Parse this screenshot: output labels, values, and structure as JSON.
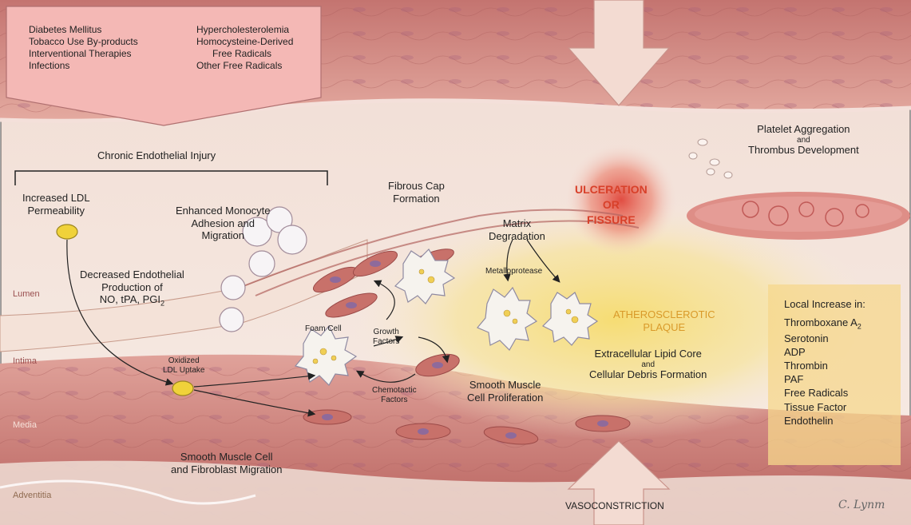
{
  "risk_factors": {
    "col1": [
      "Diabetes Mellitus",
      "Tobacco Use By-products",
      "Interventional Therapies",
      "Infections"
    ],
    "col2": [
      "Hypercholesterolemia",
      "Homocysteine-Derived",
      "Free Radicals",
      "Other Free Radicals"
    ]
  },
  "labels": {
    "chronic_injury": "Chronic Endothelial Injury",
    "ldl_permeability_1": "Increased LDL",
    "ldl_permeability_2": "Permeability",
    "monocyte_1": "Enhanced Monocyte",
    "monocyte_2": "Adhesion and",
    "monocyte_3": "Migration",
    "fibrous_cap_1": "Fibrous Cap",
    "fibrous_cap_2": "Formation",
    "ulceration_1": "ULCERATION",
    "ulceration_2": "OR",
    "ulceration_3": "FISSURE",
    "platelet_1": "Platelet Aggregation",
    "platelet_2": "and",
    "platelet_3": "Thrombus Development",
    "matrix_1": "Matrix",
    "matrix_2": "Degradation",
    "metalloprotease": "Metalloprotease",
    "endothelial_prod_1": "Decreased Endothelial",
    "endothelial_prod_2": "Production of",
    "endothelial_prod_3a": "NO, tPA, PGI",
    "endothelial_prod_3sub": "2",
    "foam_cell": "Foam Cell",
    "growth_factors_1": "Growth",
    "growth_factors_2": "Factors",
    "chemotactic_1": "Chemotactic",
    "chemotactic_2": "Factors",
    "oxidized_1": "Oxidized",
    "oxidized_2": "LDL Uptake",
    "plaque_1": "ATHEROSCLEROTIC",
    "plaque_2": "PLAQUE",
    "lipid_core_1": "Extracellular Lipid Core",
    "lipid_core_2": "and",
    "lipid_core_3": "Cellular Debris Formation",
    "smc_prolif_1": "Smooth Muscle",
    "smc_prolif_2": "Cell Proliferation",
    "smc_migration_1": "Smooth Muscle Cell",
    "smc_migration_2": "and Fibroblast Migration",
    "vasoconstriction": "VASOCONSTRICTION",
    "signature": "C. Lynm"
  },
  "layers": {
    "lumen": "Lumen",
    "intima": "Intima",
    "media": "Media",
    "adventitia": "Adventitia"
  },
  "mediators": {
    "heading": "Local Increase in:",
    "items": [
      "Thromboxane A",
      "Serotonin",
      "ADP",
      "Thrombin",
      "PAF",
      "Free Radicals",
      "Tissue Factor",
      "Endothelin"
    ],
    "thromboxane_sub": "2"
  },
  "colors": {
    "vessel_wall": "#c98078",
    "lumen_bg": "#f6e8e2",
    "plaque": "#f3d56a",
    "ulceration": "#e25a4a",
    "risk_box": "#f2b7b7",
    "arrow": "#f1d3c9"
  }
}
